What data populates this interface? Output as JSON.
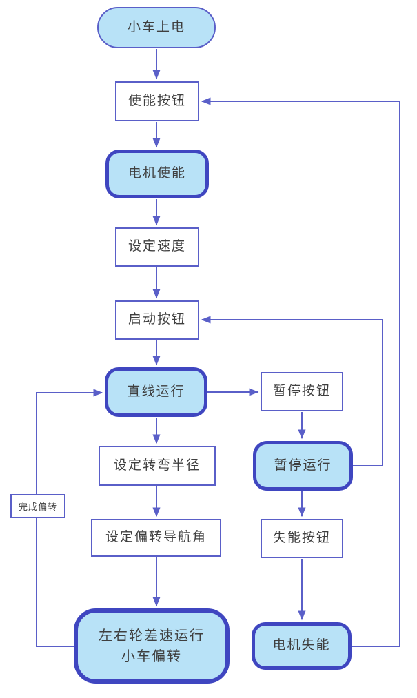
{
  "nodes": {
    "power_on": "小车上电",
    "enable_button": "使能按钮",
    "motor_enable": "电机使能",
    "set_speed": "设定速度",
    "start_button": "启动按钮",
    "straight_run": "直线运行",
    "set_turn_radius": "设定转弯半径",
    "set_yaw_angle": "设定偏转导航角",
    "diff_run_line1": "左右轮差速运行",
    "diff_run_line2": "小车偏转",
    "pause_button": "暂停按钮",
    "pause_run": "暂停运行",
    "disable_button": "失能按钮",
    "motor_disable": "电机失能"
  },
  "edge_labels": {
    "complete_deflection": "完成偏转"
  },
  "colors": {
    "node_fill": "#B8E2F7",
    "thin_border": "#5A5FC8",
    "thick_border": "#3F46C0",
    "connector": "#5A5FC8",
    "text": "#3F3F3F",
    "background": "#FFFFFF"
  }
}
